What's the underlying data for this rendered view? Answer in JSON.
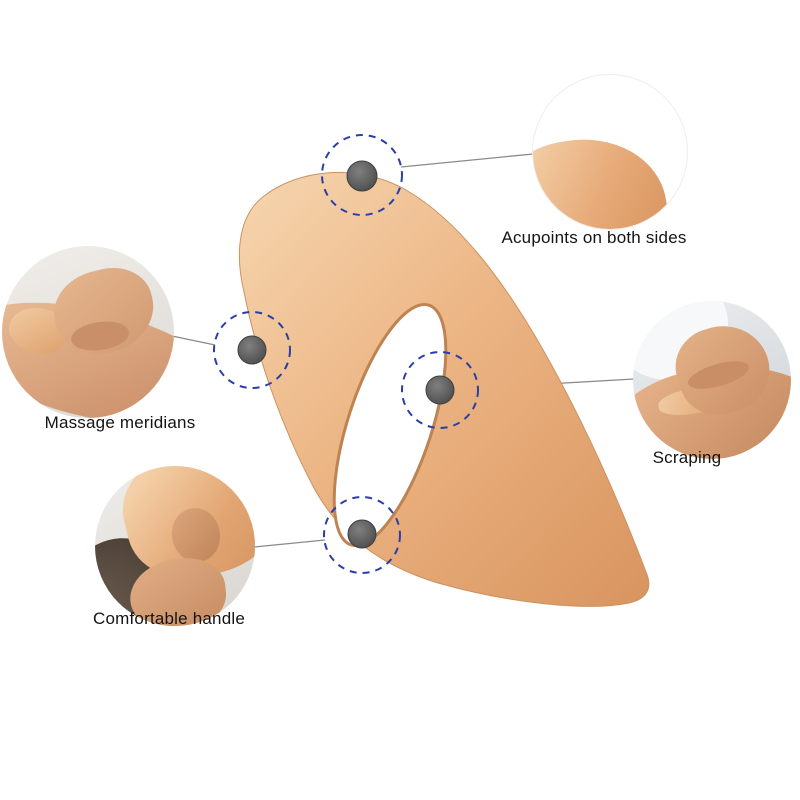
{
  "colors": {
    "background": "#ffffff",
    "wood_light": "#f5d3ab",
    "wood_mid": "#e7ab79",
    "wood_dark": "#d0925f",
    "dot_gray": "#5f5f5f",
    "dash_blue": "#2b3ea7",
    "line_gray": "#8a8a8a",
    "text": "#141414",
    "skin_light": "#e8b58d",
    "skin_dark": "#c98f68"
  },
  "callouts": [
    {
      "id": "acupoints",
      "label": "Acupoints on both sides"
    },
    {
      "id": "massage",
      "label": "Massage meridians"
    },
    {
      "id": "scraping",
      "label": "Scraping"
    },
    {
      "id": "handle",
      "label": "Comfortable handle"
    }
  ]
}
